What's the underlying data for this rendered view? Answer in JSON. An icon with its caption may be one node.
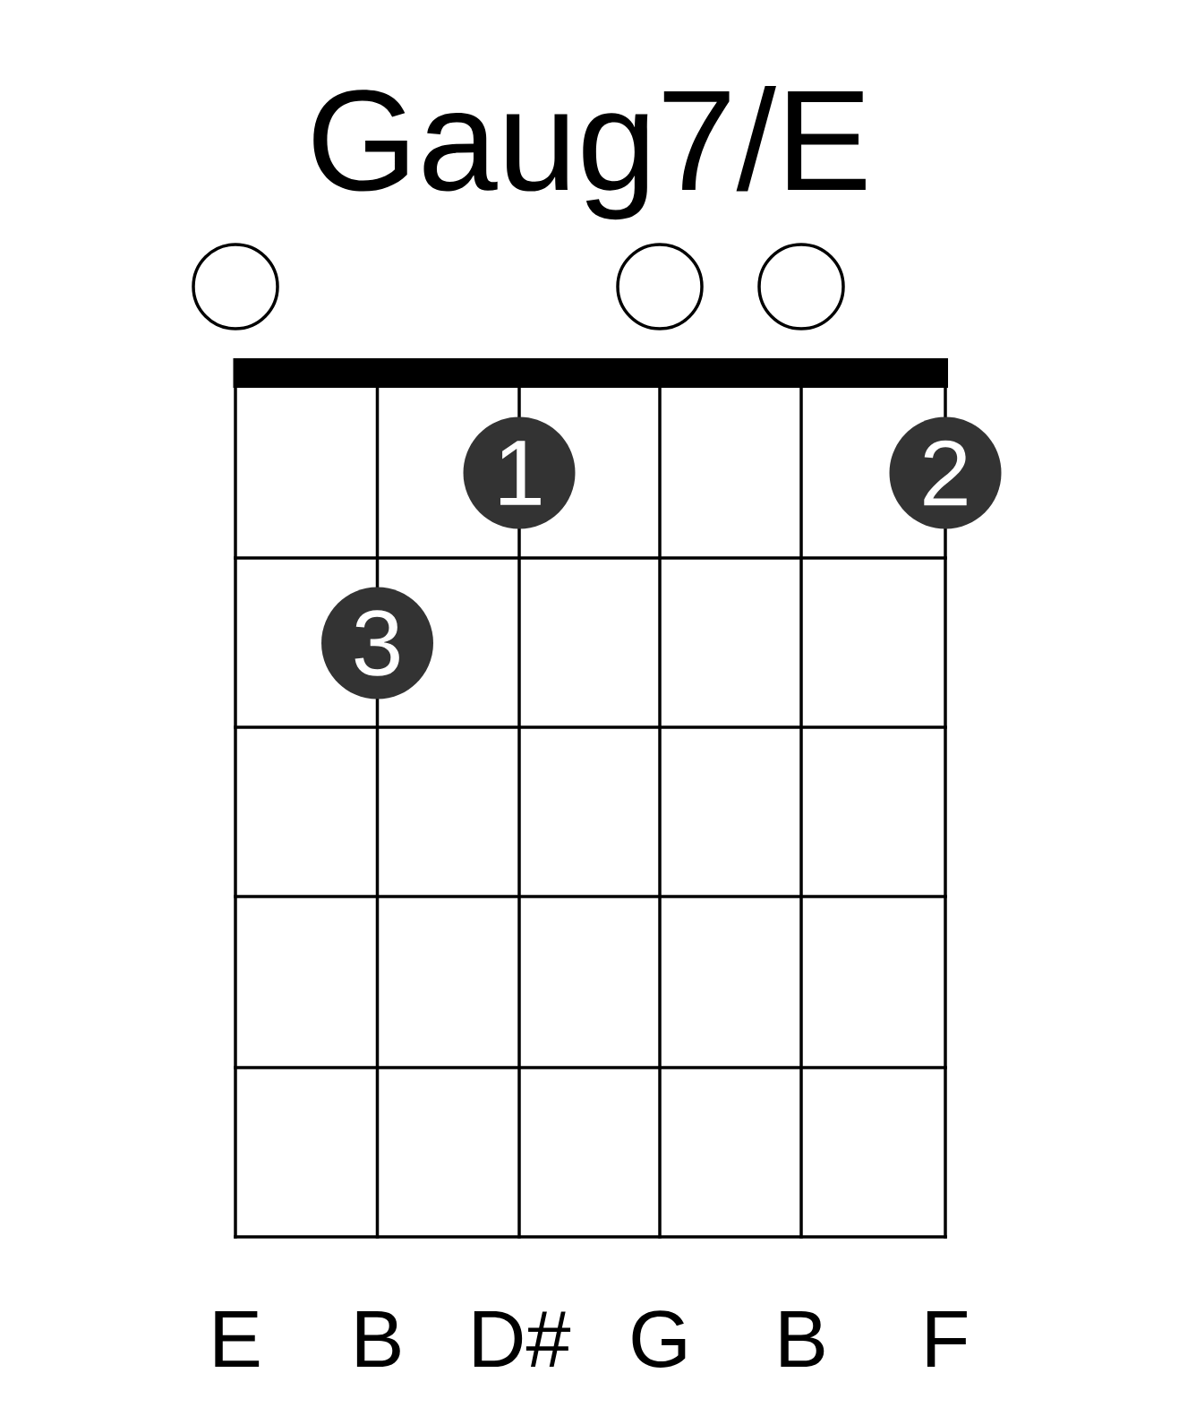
{
  "diagram": {
    "title": "Gaug7/E",
    "nodes": [
      {
        "text": [],
        "shape": "circle"
      },
      {
        "text": [],
        "shape": "circle"
      },
      {
        "text": [],
        "shape": "circle"
      },
      {
        "text": [
          "1"
        ]
      },
      {
        "text": [
          "2"
        ]
      },
      {
        "text": [
          "3"
        ]
      }
    ],
    "labels": [
      "E",
      "B",
      "D#",
      "G",
      "B",
      "F"
    ]
  }
}
